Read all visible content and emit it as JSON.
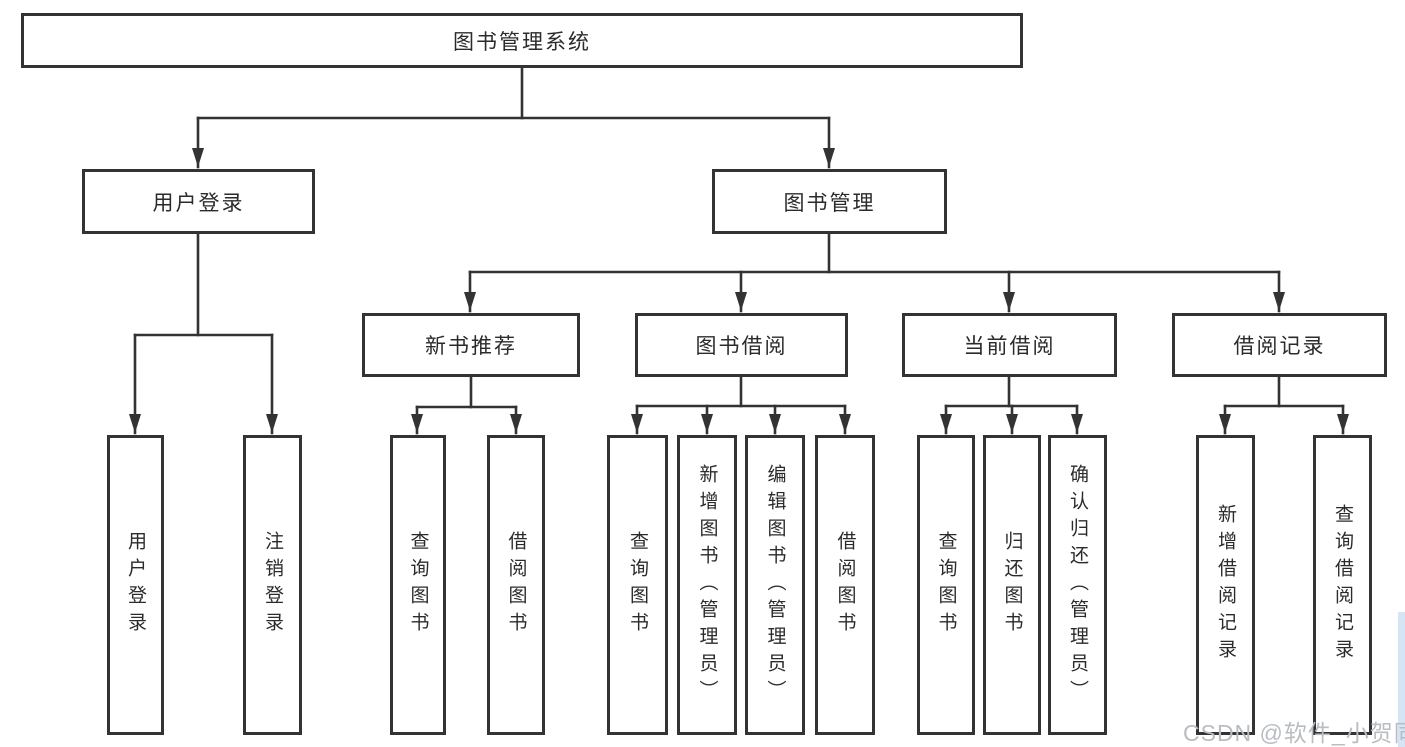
{
  "diagram": {
    "root": {
      "label": "图书管理系统"
    },
    "branches": [
      {
        "label": "用户登录",
        "children": [
          {
            "label": "用户登录"
          },
          {
            "label": "注销登录"
          }
        ]
      },
      {
        "label": "图书管理",
        "children": [
          {
            "label": "新书推荐",
            "children": [
              {
                "label": "查询图书"
              },
              {
                "label": "借阅图书"
              }
            ]
          },
          {
            "label": "图书借阅",
            "children": [
              {
                "label": "查询图书"
              },
              {
                "label": "新增图书（管理员）"
              },
              {
                "label": "编辑图书（管理员）"
              },
              {
                "label": "借阅图书"
              }
            ]
          },
          {
            "label": "当前借阅",
            "children": [
              {
                "label": "查询图书"
              },
              {
                "label": "归还图书"
              },
              {
                "label": "确认归还（管理员）"
              }
            ]
          },
          {
            "label": "借阅记录",
            "children": [
              {
                "label": "新增借阅记录"
              },
              {
                "label": "查询借阅记录"
              }
            ]
          }
        ]
      }
    ]
  },
  "watermark": {
    "text": "CSDN @软件_小贺同学"
  },
  "colors": {
    "line": "#333333",
    "box_border": "#333333",
    "text": "#2b2b2b",
    "watermark": "#b9bdc2",
    "edge_strip": "#d5e5f6",
    "background": "#ffffff"
  }
}
